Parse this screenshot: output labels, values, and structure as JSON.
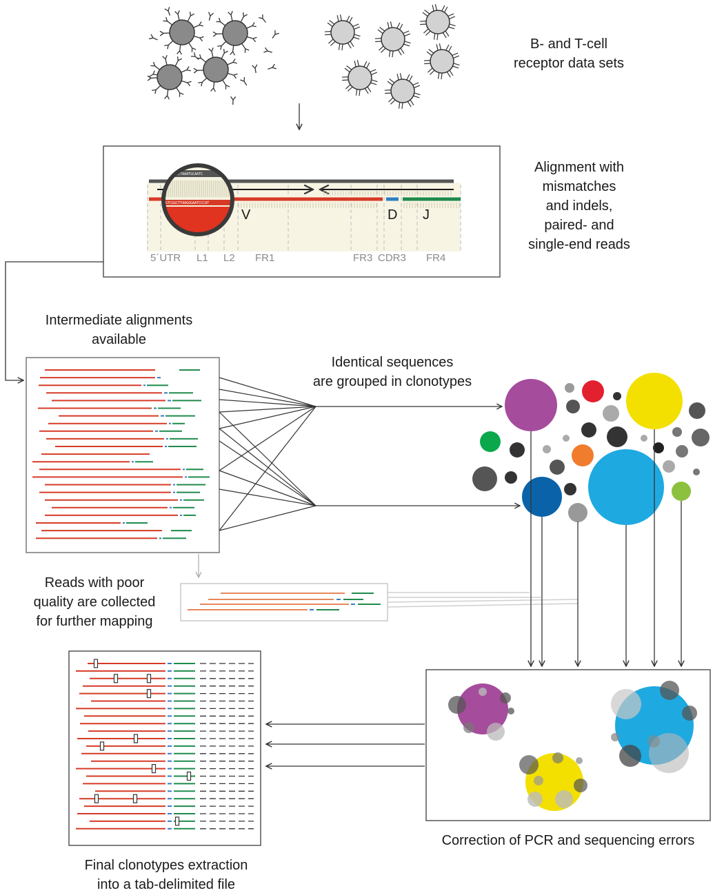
{
  "labels": {
    "receptor_sets": "B- and T-cell\nreceptor data sets",
    "alignment": "Alignment with\nmismatches\nand indels,\npaired- and\nsingle-end reads",
    "intermediate": "Intermediate alignments\navailable",
    "grouping": "Identical sequences\nare grouped in clonotypes",
    "poor_quality": "Reads with poor\nquality are collected\nfor further mapping",
    "correction": "Correction of PCR and sequencing errors",
    "final": "Final clonotypes extraction\ninto a tab-delimited file"
  },
  "alignment_panel": {
    "genes": [
      "V",
      "D",
      "J"
    ],
    "segments": [
      "5´UTR",
      "L1",
      "L2",
      "FR1",
      "FR3",
      "CDR3",
      "FR4"
    ]
  },
  "colors": {
    "v_red": "#d63a26",
    "d_blue": "#2f7fc0",
    "j_green": "#1f8a4c",
    "orange": "#e67a3a",
    "purple": "#a64c9c",
    "yellow": "#f3e000",
    "cyan": "#1fa9e1",
    "navy": "#0a63a8",
    "red_dot": "#e3202e",
    "green_dot": "#0aa84a",
    "orange_dot": "#f07c2e",
    "lime": "#8cc13f",
    "cell_dark": "#8a8a8a",
    "cell_light": "#d2d2d2"
  }
}
